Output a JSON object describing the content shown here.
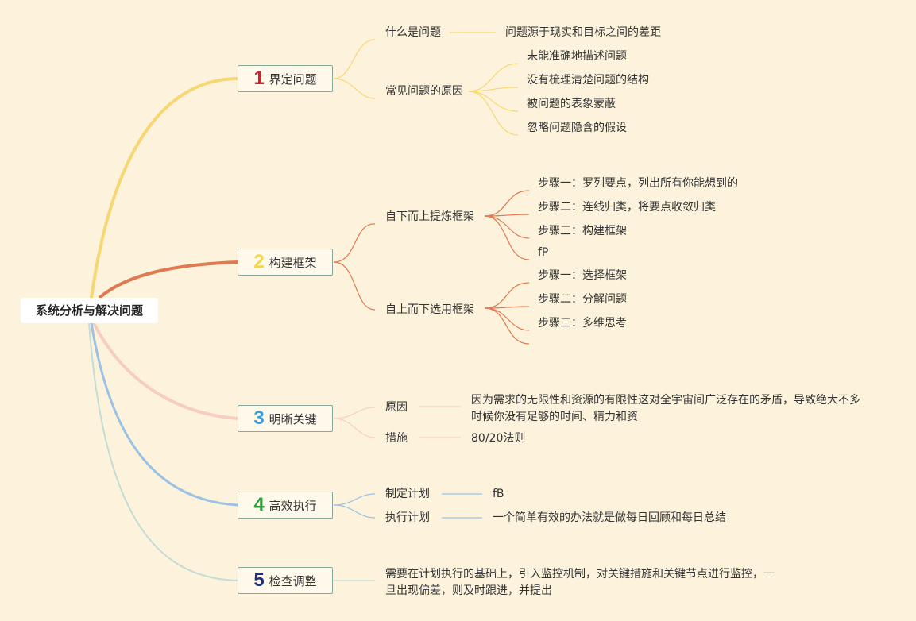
{
  "root": "系统分析与解决问题",
  "branches": [
    {
      "num": "1",
      "num_color": "#d81e2c",
      "label": "界定问题",
      "line_color": "#f7d774"
    },
    {
      "num": "2",
      "num_color": "#f2d64f",
      "label": "构建框架",
      "line_color": "#e07850"
    },
    {
      "num": "3",
      "num_color": "#3a9bd9",
      "label": "明晰关键",
      "line_color": "#f7cdc2"
    },
    {
      "num": "4",
      "num_color": "#27a03a",
      "label": "高效执行",
      "line_color": "#9cc1e3"
    },
    {
      "num": "5",
      "num_color": "#1f2f7a",
      "label": "检查调整",
      "line_color": "#c4dbd6"
    }
  ],
  "b1": {
    "sub1": "什么是问题",
    "sub1_leaf": "问题源于现实和目标之间的差距",
    "sub2": "常见问题的原因",
    "sub2_leaves": [
      "未能准确地描述问题",
      "没有梳理清楚问题的结构",
      "被问题的表象蒙蔽",
      "忽略问题隐含的假设"
    ]
  },
  "b2": {
    "sub1": "自下而上提炼框架",
    "sub1_leaves": [
      "步骤一：罗列要点，列出所有你能想到的",
      "步骤二：连线归类，将要点收敛归类",
      "步骤三：构建框架",
      "fP"
    ],
    "sub2": "自上而下选用框架",
    "sub2_leaves": [
      "步骤一：选择框架",
      "步骤二：分解问题",
      "步骤三：多维思考",
      ""
    ]
  },
  "b3": {
    "sub1": "原因",
    "sub1_leaf": "因为需求的无限性和资源的有限性这对全宇宙间广泛存在的矛盾，导致绝大不多时候你没有足够的时间、精力和资",
    "sub2": "措施",
    "sub2_leaf": "80/20法则"
  },
  "b4": {
    "sub1": "制定计划",
    "sub1_leaf": "fB",
    "sub2": "执行计划",
    "sub2_leaf": "一个简单有效的办法就是做每日回顾和每日总结"
  },
  "b5": {
    "leaf": "需要在计划执行的基础上，引入监控机制，对关键措施和关键节点进行监控，一旦出现偏差，则及时跟进，并提出"
  }
}
